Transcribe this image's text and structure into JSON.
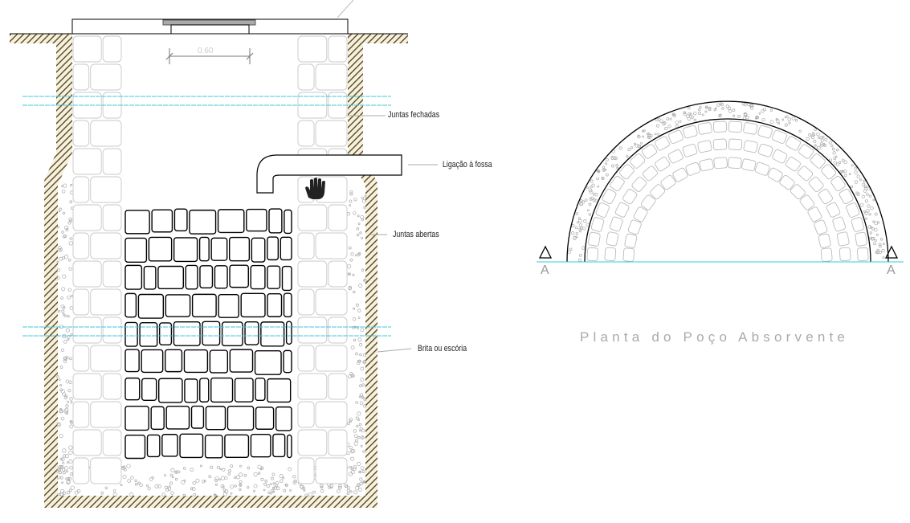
{
  "section_labels": {
    "closed_joints": "Juntas fechadas",
    "septic_link": "Ligação à fossa",
    "open_joints": "Juntas abertas",
    "gravel": "Brita ou escória"
  },
  "dimension": "0.60",
  "plan": {
    "title": "Planta do Poço Absorvente",
    "section_mark_left": "A",
    "section_mark_right": "A"
  },
  "icons": [
    "hand-cursor-icon",
    "section-triangle-icon"
  ],
  "colors": {
    "soil": "#c8b98a",
    "guide": "#3cc8dc",
    "line": "#000000",
    "stone": "#bbbbbb"
  }
}
